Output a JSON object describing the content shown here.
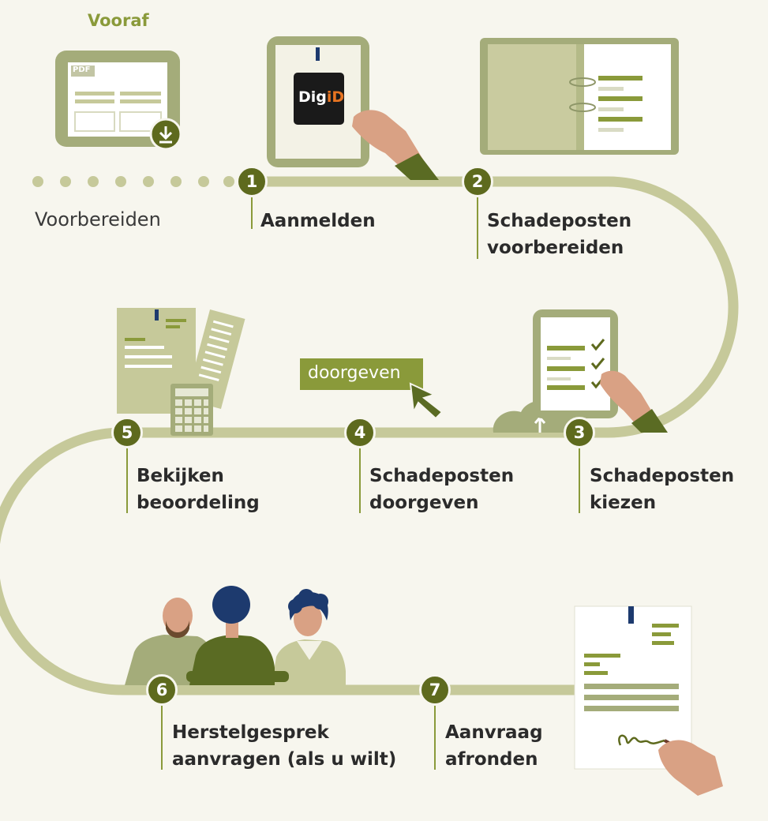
{
  "colors": {
    "background": "#f7f6ee",
    "path": "#c6c99a",
    "badge": "#5e6a1e",
    "accent": "#8a9a3a",
    "dark_green": "#5a6b23",
    "navy": "#1d3a6e",
    "skin": "#d9a184"
  },
  "intro": {
    "heading": "Vooraf",
    "label": "Voorbereiden",
    "pdf_tag": "PDF"
  },
  "digid": {
    "prefix": "Dig",
    "suffix": "iD"
  },
  "button": {
    "label": "doorgeven"
  },
  "steps": [
    {
      "number": "1",
      "line1": "Aanmelden",
      "line2": ""
    },
    {
      "number": "2",
      "line1": "Schadeposten",
      "line2": "voorbereiden"
    },
    {
      "number": "3",
      "line1": "Schadeposten",
      "line2": "kiezen"
    },
    {
      "number": "4",
      "line1": "Schadeposten",
      "line2": "doorgeven"
    },
    {
      "number": "5",
      "line1": "Bekijken",
      "line2": "beoordeling"
    },
    {
      "number": "6",
      "line1": "Herstelgesprek",
      "line2": "aanvragen (als u wilt)"
    },
    {
      "number": "7",
      "line1": "Aanvraag",
      "line2": "afronden"
    }
  ],
  "icons": [
    "pdf-download-icon",
    "tablet-digid-icon",
    "binder-icon",
    "tablet-checklist-icon",
    "cursor-icon",
    "calculator-icon",
    "people-icon",
    "signed-document-icon"
  ]
}
